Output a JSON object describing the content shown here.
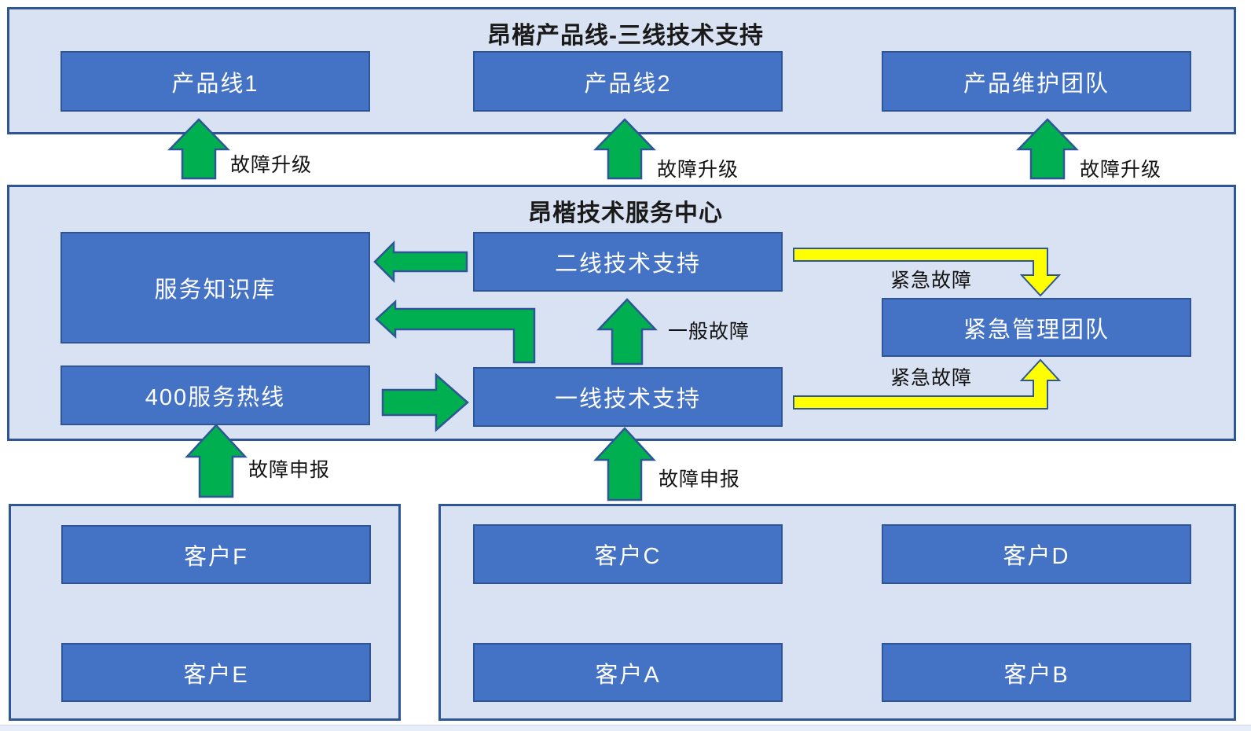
{
  "top_section": {
    "title": "昂楷产品线-三线技术支持",
    "boxes": [
      "产品线1",
      "产品线2",
      "产品维护团队"
    ]
  },
  "service_center": {
    "title": "昂楷技术服务中心",
    "knowledge_base": "服务知识库",
    "hotline": "400服务热线",
    "line2_support": "二线技术支持",
    "line1_support": "一线技术支持",
    "emergency_team": "紧急管理团队"
  },
  "customers_left": [
    "客户F",
    "客户E"
  ],
  "customers_right": [
    "客户C",
    "客户D",
    "客户A",
    "客户B"
  ],
  "arrow_labels": {
    "escalation": "故障升级",
    "report": "故障申报",
    "general_fault": "一般故障",
    "urgent_fault": "紧急故障"
  },
  "colors": {
    "box_fill": "#4472c4",
    "container_fill": "#d9e2f3",
    "border_blue": "#2e5697",
    "arrow_green": "#00b050",
    "arrow_yellow": "#ffff00"
  }
}
